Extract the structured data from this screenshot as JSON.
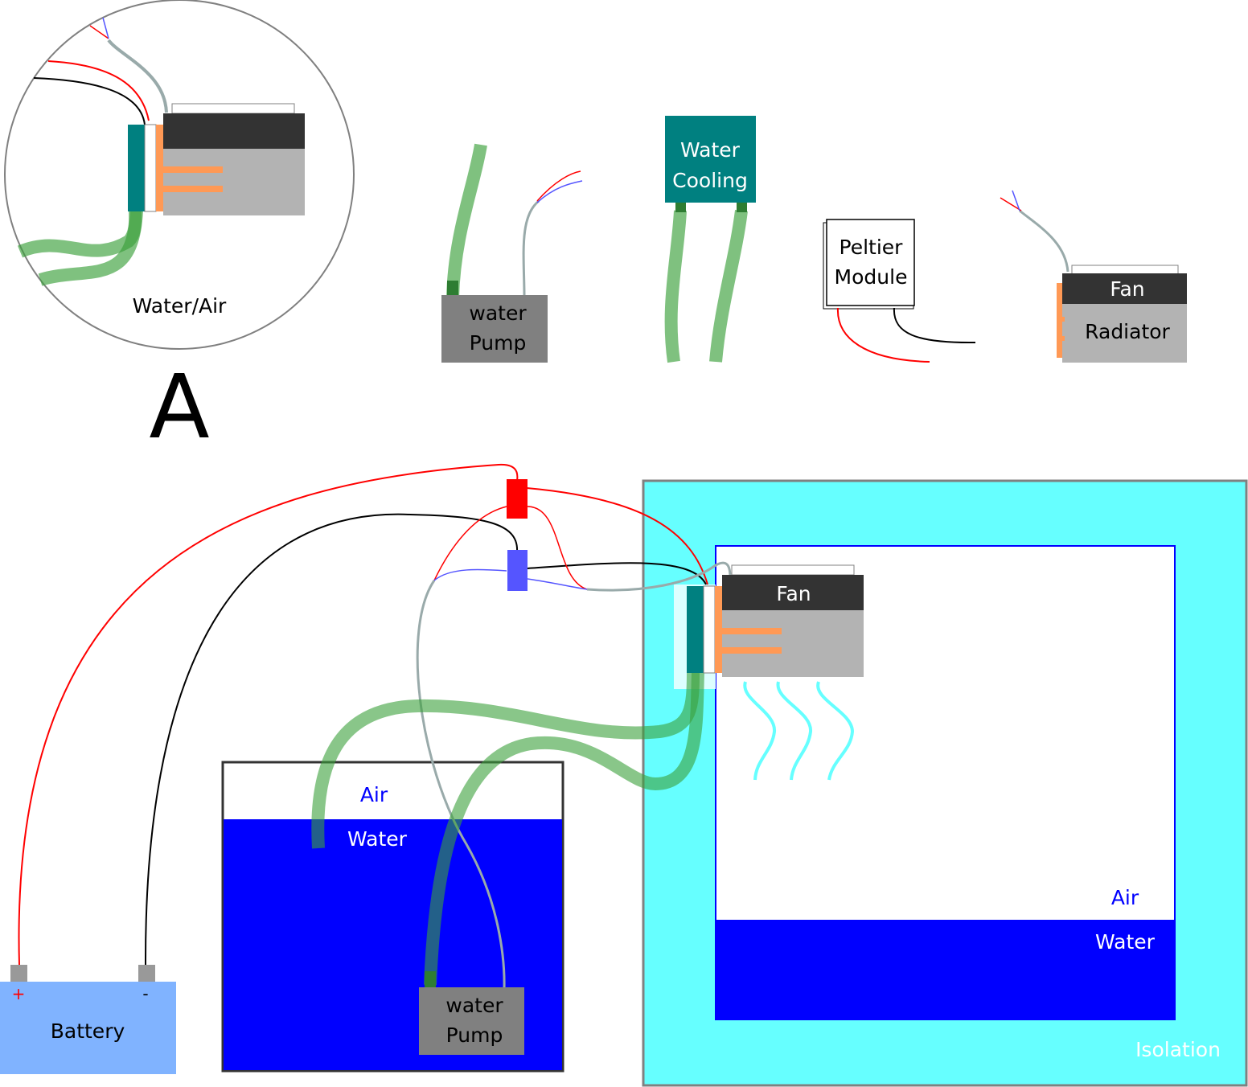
{
  "detail": {
    "caption": "Water/Air",
    "letter": "A"
  },
  "components": {
    "pump_label": [
      "water",
      "Pump"
    ],
    "water_cooling_label": [
      "Water",
      "Cooling"
    ],
    "peltier_label": [
      "Peltier",
      "Module"
    ],
    "fan_label": "Fan",
    "radiator_label": "Radiator"
  },
  "system": {
    "battery_label": "Battery",
    "battery_plus": "+",
    "battery_minus": "-",
    "tank_air": "Air",
    "tank_water": "Water",
    "pump_label": [
      "water",
      "Pump"
    ],
    "fan_label": "Fan",
    "chamber_air": "Air",
    "chamber_water": "Water",
    "isolation_label": "Isolation"
  },
  "colors": {
    "hose": "#3aa03a",
    "water": "#0000ff",
    "isolation": "#66ffff",
    "teal": "#008080",
    "peltier_hot_side": "#ff9955",
    "wire_positive": "#ff0000",
    "wire_negative": "#000000",
    "wire_signal": "#5555ff",
    "pump_body": "#808080",
    "battery": "#80b3ff",
    "fan_dark": "#333333",
    "radiator_grey": "#b3b3b3"
  }
}
